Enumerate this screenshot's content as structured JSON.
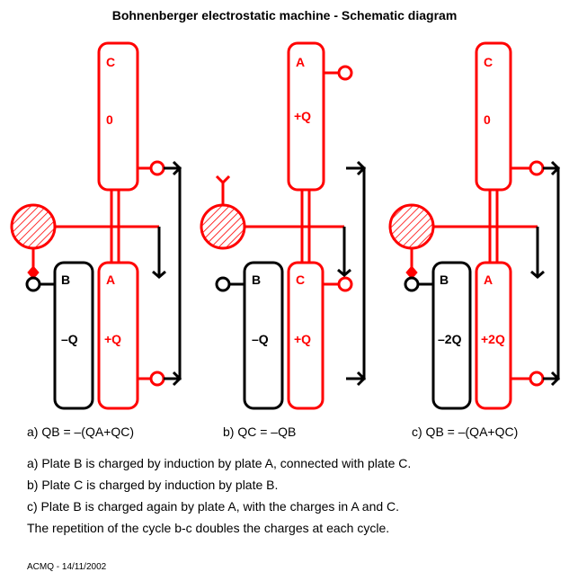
{
  "title": "Bohnenberger electrostatic machine - Schematic diagram",
  "colors": {
    "red": "#ff0000",
    "black": "#000000",
    "background": "#ffffff"
  },
  "panels": [
    {
      "top_plate": {
        "name": "C",
        "charge": "0"
      },
      "bottom_right_plate": {
        "name": "A",
        "charge": "+Q"
      },
      "bottom_left_plate": {
        "name": "B",
        "charge": "–Q"
      },
      "caption": "a) QB = –(QA+QC)"
    },
    {
      "top_plate": {
        "name": "A",
        "charge": "+Q"
      },
      "bottom_right_plate": {
        "name": "C",
        "charge": "+Q"
      },
      "bottom_left_plate": {
        "name": "B",
        "charge": "–Q"
      },
      "caption": "b) QC = –QB"
    },
    {
      "top_plate": {
        "name": "C",
        "charge": "0"
      },
      "bottom_right_plate": {
        "name": "A",
        "charge": "+2Q"
      },
      "bottom_left_plate": {
        "name": "B",
        "charge": "–2Q"
      },
      "caption": "c) QB = –(QA+QC)"
    }
  ],
  "descriptions": [
    "a) Plate B is charged by induction by plate A, connected with plate C.",
    "b) Plate C is charged by induction by plate B.",
    "c) Plate B is charged again by plate A, with the charges in A and C.",
    "The repetition of the cycle b-c doubles the charges at each cycle."
  ],
  "signature": "ACMQ - 14/11/2002"
}
